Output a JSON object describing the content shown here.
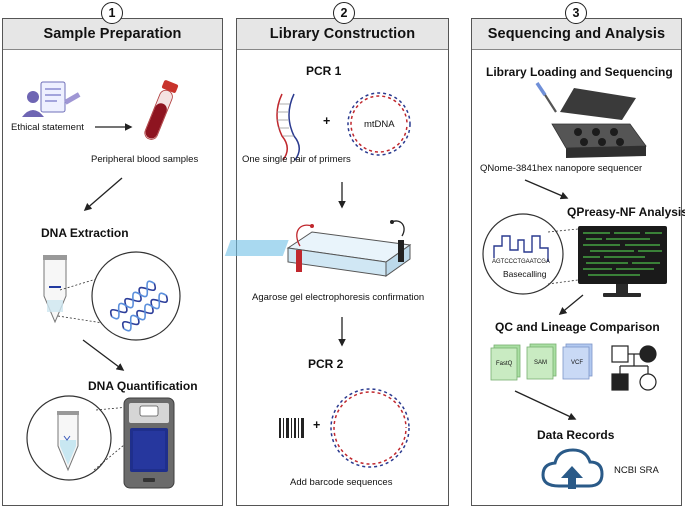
{
  "steps": [
    {
      "number": "1",
      "title": "Sample Preparation"
    },
    {
      "number": "2",
      "title": "Library Construction"
    },
    {
      "number": "3",
      "title": "Sequencing and Analysis"
    }
  ],
  "sample_prep": {
    "ethical_label": "Ethical statement",
    "blood_label": "Peripheral blood samples",
    "dna_extraction": "DNA Extraction",
    "dna_quantification": "DNA Quantification"
  },
  "library": {
    "pcr1": "PCR 1",
    "mtdna": "mtDNA",
    "plus": "+",
    "primers_label": "One single pair of primers",
    "gel_label": "Agarose gel electrophoresis confirmation",
    "pcr2": "PCR  2",
    "barcode_label": "Add  barcode sequences"
  },
  "sequencing": {
    "loading_title": "Library Loading and Sequencing",
    "sequencer_label": "QNome-3841hex nanopore sequencer",
    "qpreasy_title": "QPreasy-NF Analysis",
    "sequence_text": "AGTCCCTGAATCGA",
    "basecalling": "Basecalling",
    "qc_title": "QC and Lineage Comparison",
    "files": [
      "FastQ",
      "SAM",
      "VCF"
    ],
    "data_records": "Data Records",
    "ncbi_label": "NCBI SRA"
  },
  "colors": {
    "header_bg": "#e6e6e6",
    "file_green": "#c9ebc2",
    "file_blue": "#c9d9f5",
    "cloud_blue": "#2a5a88",
    "primer_red": "#c0272d",
    "primer_blue": "#2a3a8f"
  }
}
